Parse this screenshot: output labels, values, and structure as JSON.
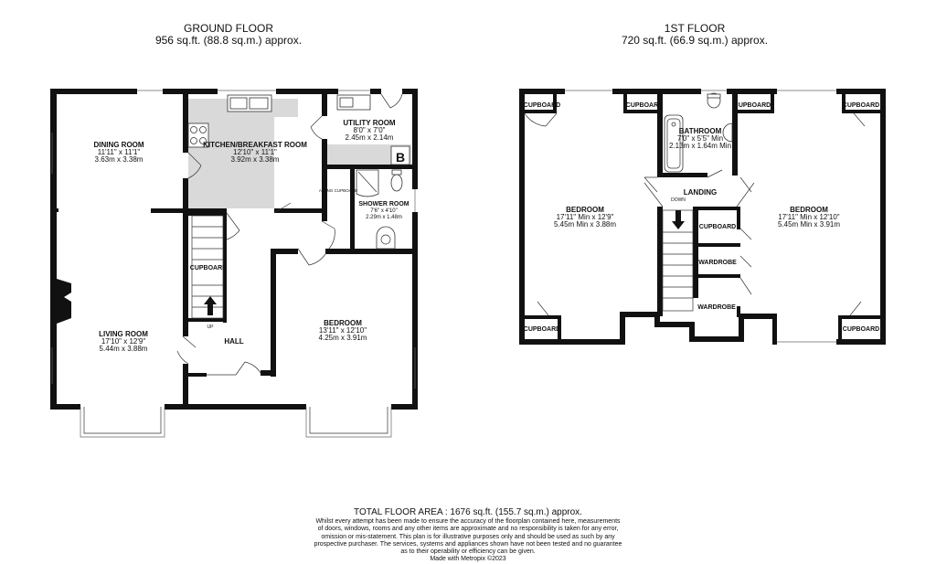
{
  "ground_floor": {
    "title": "GROUND FLOOR",
    "area": "956 sq.ft. (88.8 sq.m.) approx.",
    "rooms": {
      "dining": {
        "name": "DINING ROOM",
        "dim_imperial": "11'11\" x 11'1\"",
        "dim_metric": "3.63m  x 3.38m"
      },
      "kitchen": {
        "name": "KITCHEN/BREAKFAST ROOM",
        "dim_imperial": "12'10\" x 11'1\"",
        "dim_metric": "3.92m  x 3.38m"
      },
      "utility": {
        "name": "UTILITY ROOM",
        "dim_imperial": "8'0\" x 7'0\"",
        "dim_metric": "2.45m  x 2.14m"
      },
      "shower": {
        "name": "SHOWER ROOM",
        "dim_imperial": "7'6\" x 4'10\"",
        "dim_metric": "2.29m  x 1.48m"
      },
      "living": {
        "name": "LIVING ROOM",
        "dim_imperial": "17'10\" x 12'9\"",
        "dim_metric": "5.44m  x 3.88m"
      },
      "bedroom": {
        "name": "BEDROOM",
        "dim_imperial": "13'11\" x 12'10\"",
        "dim_metric": "4.25m  x 3.91m"
      },
      "hall": {
        "name": "HALL"
      }
    },
    "labels": {
      "cupboard": "CUPBOARD",
      "up": "UP",
      "airing_cupboard": "AIRING CUPBOARD",
      "boiler": "B"
    }
  },
  "first_floor": {
    "title": "1ST FLOOR",
    "area": "720 sq.ft. (66.9 sq.m.) approx.",
    "rooms": {
      "bedroom_left": {
        "name": "BEDROOM",
        "dim_imperial": "17'11\" Min x 12'9\"",
        "dim_metric": "5.45m Min x 3.88m"
      },
      "bedroom_right": {
        "name": "BEDROOM",
        "dim_imperial": "17'11\" Min x 12'10\"",
        "dim_metric": "5.45m Min x 3.91m"
      },
      "bathroom": {
        "name": "BATHROOM",
        "dim_imperial": "7'0\" x 5'5\" Min",
        "dim_metric": "2.13m  x 1.64m Min"
      },
      "landing": {
        "name": "LANDING"
      }
    },
    "labels": {
      "cupboard": "CUPBOARD",
      "wardrobe": "WARDROBE",
      "down": "DOWN"
    }
  },
  "footer": {
    "total": "TOTAL FLOOR AREA : 1676 sq.ft. (155.7 sq.m.) approx.",
    "disclaimer_lines": [
      "Whilst every attempt has been made to ensure the accuracy of the floorplan contained here, measurements",
      "of doors, windows, rooms and any other items are approximate and no responsibility is taken for any error,",
      "omission or mis-statement. This plan is for illustrative purposes only and should be used as such by any",
      "prospective purchaser. The services, systems and appliances shown have not been tested and no guarantee",
      "as to their operability or efficiency can be given.",
      "Made with Metropix ©2023"
    ]
  },
  "colors": {
    "wall": "#111111",
    "fixture_fill": "#d9d9d9"
  }
}
